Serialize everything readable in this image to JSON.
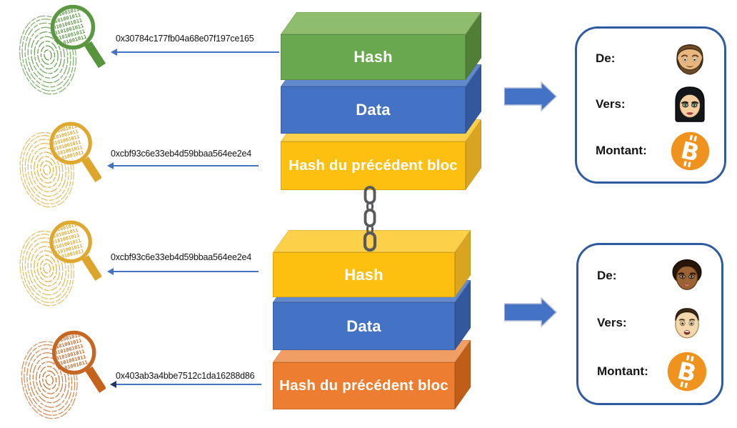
{
  "colors": {
    "green_front": "#6aa84f",
    "green_top": "#8fbd6e",
    "green_side": "#507f35",
    "blue_front": "#4472c4",
    "blue_top": "#6288cd",
    "blue_side": "#34589e",
    "yellow_front": "#fdc010",
    "yellow_top": "#fdd04a",
    "yellow_side": "#d9a41f",
    "orange_front": "#ed7d31",
    "orange_top": "#f19e64",
    "orange_side": "#c05d18",
    "arrow_blue": "#4472c4",
    "card_border": "#2e5b9f",
    "bitcoin_orange": "#f0921e",
    "chain_gray": "#58595b",
    "hash_text": "#131313",
    "label_text": "#151515"
  },
  "fingerprint_colors": {
    "green": "#56953c",
    "yellow": "#dda62b",
    "orange": "#c5621c"
  },
  "fingerprint_binary": "0101001011",
  "bitcoin_glyph": "B",
  "icons": {
    "fingerprint": "fingerprint-magnifier",
    "hash_arrow": "left-arrow",
    "flow_arrow": "right-arrow",
    "chain": "chain-links",
    "bitcoin": "bitcoin-coin",
    "tx1_from": "man-beard-face",
    "tx1_to": "woman-black-hair-face",
    "tx2_from": "woman-dark-skin-face",
    "tx2_to": "man-short-hair-face"
  },
  "blocks": {
    "top": {
      "layers": [
        {
          "label": "Hash",
          "color": "green"
        },
        {
          "label": "Data",
          "color": "blue"
        },
        {
          "label": "Hash du précédent bloc",
          "color": "yellow"
        }
      ]
    },
    "bottom": {
      "layers": [
        {
          "label": "Hash",
          "color": "yellow"
        },
        {
          "label": "Data",
          "color": "blue"
        },
        {
          "label": "Hash du précédent bloc",
          "color": "orange"
        }
      ]
    }
  },
  "hashes": [
    {
      "value": "0x30784c177fb04a68e07f197ce165",
      "fingerprint": "green"
    },
    {
      "value": "0xcbf93c6e33eb4d59bbaa564ee2e4",
      "fingerprint": "yellow"
    },
    {
      "value": "0xcbf93c6e33eb4d59bbaa564ee2e4",
      "fingerprint": "yellow"
    },
    {
      "value": "0x403ab3a4bbe7512c1da16288d86",
      "fingerprint": "orange"
    }
  ],
  "transactions": [
    {
      "from_label": "De:",
      "to_label": "Vers:",
      "amount_label": "Montant:",
      "from_icon": "man-beard-face",
      "to_icon": "woman-black-hair-face",
      "amount_icon": "bitcoin-coin"
    },
    {
      "from_label": "De:",
      "to_label": "Vers:",
      "amount_label": "Montant:",
      "from_icon": "woman-dark-skin-face",
      "to_icon": "man-short-hair-face",
      "amount_icon": "bitcoin-coin"
    }
  ]
}
